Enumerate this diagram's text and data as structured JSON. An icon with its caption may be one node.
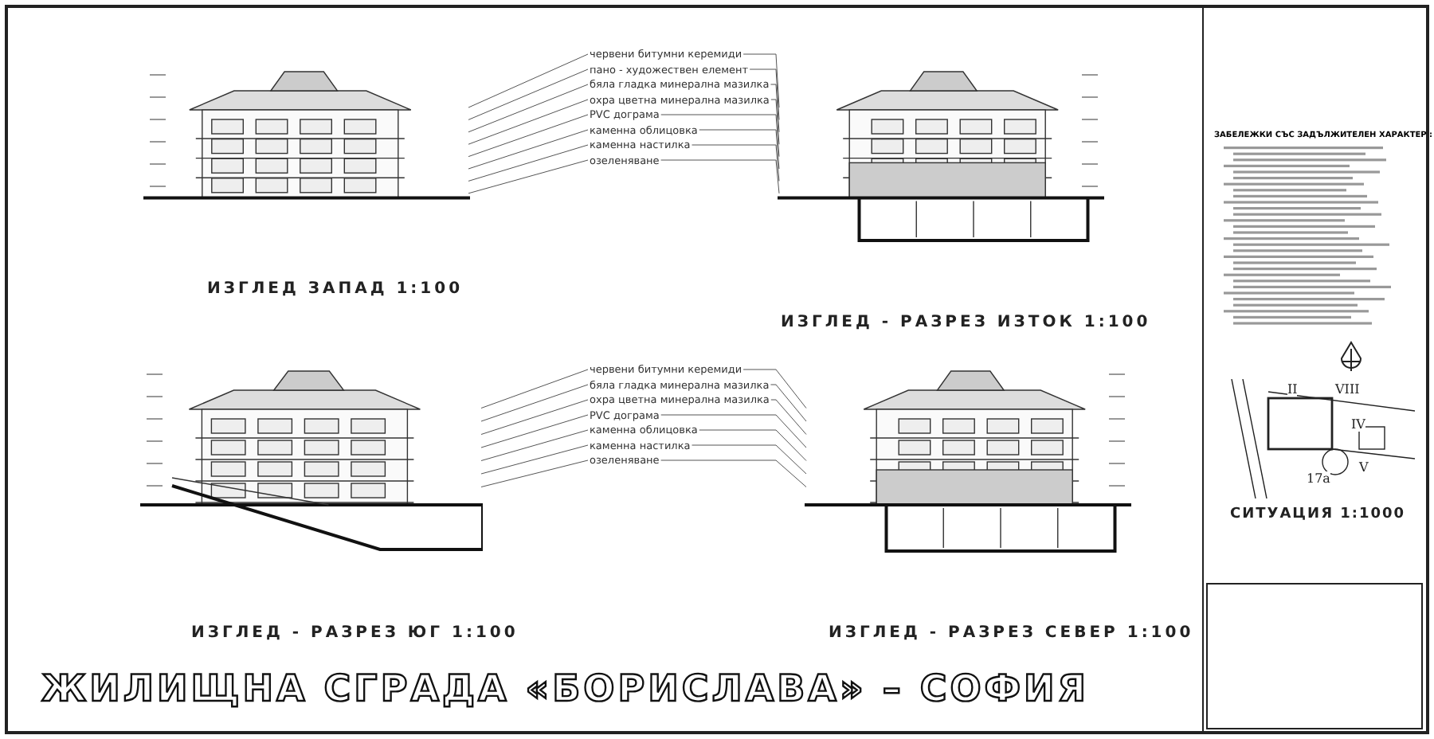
{
  "diagram": {
    "title": "ЖИЛИЩНА СГРАДА «БОРИСЛАВА» – СОФИЯ",
    "nodes": [
      {
        "text": [],
        "shape": "picture"
      },
      {
        "text": [],
        "shape": "picture"
      },
      {
        "text": [],
        "shape": "picture"
      },
      {
        "text": [],
        "shape": "picture"
      },
      {
        "text": [
          "червени битумни керемиди"
        ]
      },
      {
        "text": [
          "пано - художествен елемент"
        ]
      },
      {
        "text": [
          "бяла гладка минерална мазилка"
        ]
      },
      {
        "text": [
          "охра цветна минерална мазилка"
        ]
      },
      {
        "text": [
          "PVC дограма"
        ]
      },
      {
        "text": [
          "каменна облицовка"
        ]
      },
      {
        "text": [
          "каменна настилка"
        ]
      },
      {
        "text": [
          "озеленяване"
        ]
      },
      {
        "text": [
          "червени битумни керемиди"
        ]
      },
      {
        "text": [
          "бяла гладка минерална мазилка"
        ]
      },
      {
        "text": [
          "охра цветна минерална мазилка"
        ]
      },
      {
        "text": [
          "PVC дограма"
        ]
      },
      {
        "text": [
          "каменна облицовка"
        ]
      },
      {
        "text": [
          "каменна настилка"
        ]
      },
      {
        "text": [
          "озеленяване"
        ]
      },
      {
        "text": [],
        "shape": "box"
      }
    ],
    "edges": [
      {
        "from": 4,
        "to": 0,
        "arrow": "none"
      },
      {
        "from": 4,
        "to": 1,
        "arrow": "none"
      },
      {
        "from": 5,
        "to": 0,
        "arrow": "none"
      },
      {
        "from": 5,
        "to": 1,
        "arrow": "none"
      },
      {
        "from": 6,
        "to": 0,
        "arrow": "none"
      },
      {
        "from": 6,
        "to": 1,
        "arrow": "none"
      },
      {
        "from": 7,
        "to": 0,
        "arrow": "none"
      },
      {
        "from": 7,
        "to": 1,
        "arrow": "none"
      },
      {
        "from": 8,
        "to": 0,
        "arrow": "none"
      },
      {
        "from": 8,
        "to": 1,
        "arrow": "none"
      },
      {
        "from": 9,
        "to": 0,
        "arrow": "none"
      },
      {
        "from": 9,
        "to": 1,
        "arrow": "none"
      },
      {
        "from": 10,
        "to": 0,
        "arrow": "none"
      },
      {
        "from": 10,
        "to": 1,
        "arrow": "none"
      },
      {
        "from": 11,
        "to": 0,
        "arrow": "none"
      },
      {
        "from": 11,
        "to": 1,
        "arrow": "none"
      },
      {
        "from": 12,
        "to": 2,
        "arrow": "none"
      },
      {
        "from": 12,
        "to": 3,
        "arrow": "none"
      },
      {
        "from": 13,
        "to": 2,
        "arrow": "none"
      },
      {
        "from": 13,
        "to": 3,
        "arrow": "none"
      },
      {
        "from": 14,
        "to": 2,
        "arrow": "none"
      },
      {
        "from": 14,
        "to": 3,
        "arrow": "none"
      },
      {
        "from": 15,
        "to": 2,
        "arrow": "none"
      },
      {
        "from": 15,
        "to": 3,
        "arrow": "none"
      },
      {
        "from": 16,
        "to": 2,
        "arrow": "none"
      },
      {
        "from": 16,
        "to": 3,
        "arrow": "none"
      },
      {
        "from": 17,
        "to": 2,
        "arrow": "none"
      },
      {
        "from": 17,
        "to": 3,
        "arrow": "none"
      },
      {
        "from": 18,
        "to": 2,
        "arrow": "none"
      },
      {
        "from": 18,
        "to": 3,
        "arrow": "none"
      }
    ],
    "labels": [
      "ИЗГЛЕД ЗАПАД 1:100",
      "ИЗГЛЕД - РАЗРЕЗ ИЗТОК 1:100",
      "ИЗГЛЕД - РАЗРЕЗ ЮГ 1:100",
      "ИЗГЛЕД - РАЗРЕЗ СЕВЕР 1:100",
      "ЗАБЕЛЕЖКИ СЪС ЗАДЪЛЖИТЕЛЕН ХАРАКТЕР :",
      "II",
      "VIII",
      "IV",
      "17а",
      "V",
      "СИТУАЦИЯ 1:1000"
    ]
  }
}
